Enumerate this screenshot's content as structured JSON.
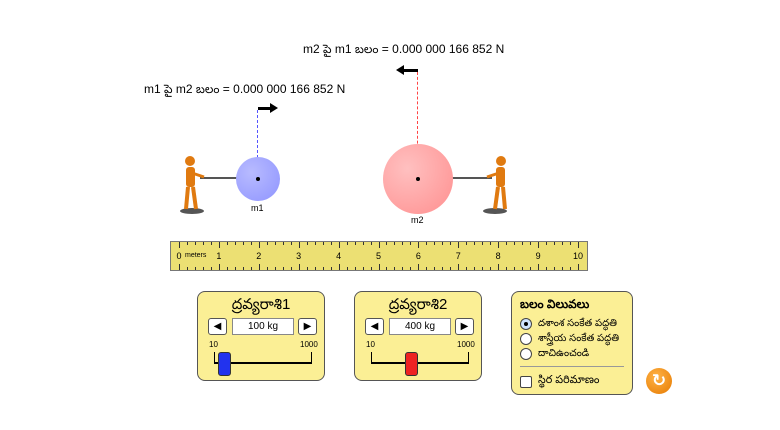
{
  "forces": {
    "on_m1": "m1 పై m2 బలం  = 0.000 000 166 852 N",
    "on_m2": "m2 పై m1 బలం  = 0.000 000 166 852 N"
  },
  "masses": {
    "m1_label": "m1",
    "m2_label": "m2",
    "m1_color": "#8f94ff",
    "m2_color": "#ff8f8f"
  },
  "ruler": {
    "unit": "meters",
    "labels": [
      "0",
      "1",
      "2",
      "3",
      "4",
      "5",
      "6",
      "7",
      "8",
      "9",
      "10"
    ]
  },
  "mass1_panel": {
    "title": "ద్రవ్యరాశి1",
    "value": "100 kg",
    "min": "10",
    "max": "1000",
    "fraction": 0.09
  },
  "mass2_panel": {
    "title": "ద్రవ్యరాశి2",
    "value": "400 kg",
    "min": "10",
    "max": "1000",
    "fraction": 0.4
  },
  "force_values": {
    "title": "బలం విలువలు",
    "options": [
      "దశాంశ సంకేత పద్ధతి",
      "శాస్త్రీయ సంకేత పద్ధతి",
      "దాచిఉంచండి"
    ],
    "selected": 0,
    "constant_size": "స్థిర పరిమాణం"
  },
  "icons": {
    "left": "◀",
    "right": "▶",
    "reset": "↻"
  }
}
